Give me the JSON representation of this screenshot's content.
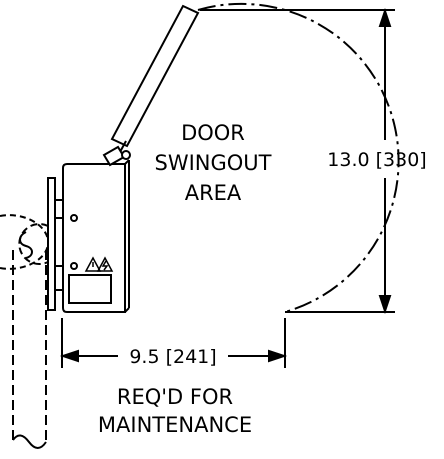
{
  "diagram": {
    "area_label": [
      "DOOR",
      "SWINGOUT",
      "AREA"
    ],
    "height_dimension": "13.0 [330]",
    "width_dimension": "9.5 [241]",
    "requirement_label": [
      "REQ'D FOR",
      "MAINTENANCE"
    ],
    "icons": [
      "pole-icon",
      "u-bolt-clamp-icon",
      "enclosure-box-icon",
      "open-door-icon",
      "door-hinge-icon",
      "warning-triangle-icon",
      "electrical-hazard-icon"
    ],
    "colors": {
      "line": "#000000",
      "background": "#ffffff"
    }
  }
}
